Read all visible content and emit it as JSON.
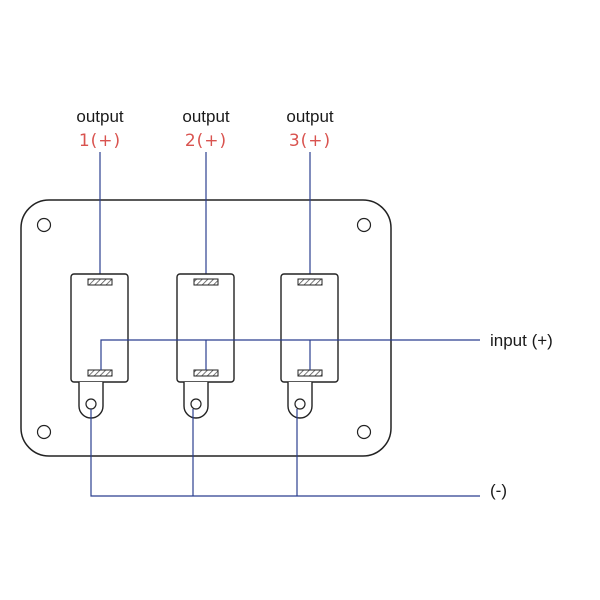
{
  "outputs": [
    {
      "label": "output",
      "number": "1(+)"
    },
    {
      "label": "output",
      "number": "2(+)"
    },
    {
      "label": "output",
      "number": "3(+)"
    }
  ],
  "input_label": "input (+)",
  "ground_label": "(-)",
  "colors": {
    "outline": "#222222",
    "wire": "#2b3f8f",
    "number_text": "#d9534f"
  }
}
